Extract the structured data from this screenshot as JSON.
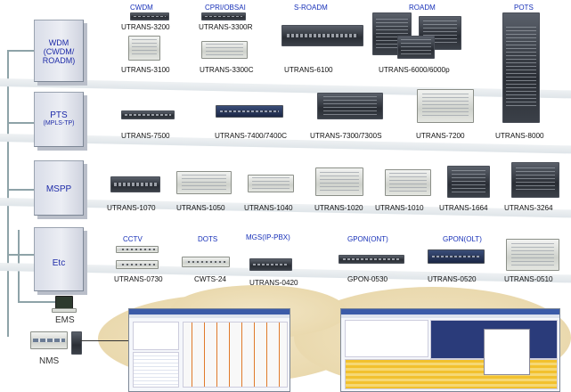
{
  "categories": [
    {
      "id": "wdm",
      "lines": [
        "WDM",
        "(CWDM/",
        "ROADM)"
      ]
    },
    {
      "id": "pts",
      "lines": [
        "PTS",
        "(MPLS-TP)"
      ]
    },
    {
      "id": "mspp",
      "lines": [
        "MSPP"
      ]
    },
    {
      "id": "etc",
      "lines": [
        "Etc"
      ]
    }
  ],
  "sections": {
    "cwdm": "CWDM",
    "cpri": "CPRI/OBSAI",
    "sroadm": "S-ROADM",
    "roadm": "ROADM",
    "pots": "POTS",
    "cctv": "CCTV",
    "dots": "DOTS",
    "mgs": "MGS(IP-PBX)",
    "gpon_ont": "GPON(ONT)",
    "gpon_olt": "GPON(OLT)"
  },
  "devices": {
    "u3200": "UTRANS-3200",
    "u3300r": "UTRANS-3300R",
    "u3100": "UTRANS-3100",
    "u3300c": "UTRANS-3300C",
    "u6100": "UTRANS-6100",
    "u6000": "UTRANS-6000/6000p",
    "u7500": "UTRANS-7500",
    "u7400": "UTRANS-7400/7400C",
    "u7300": "UTRANS-7300/7300S",
    "u7200": "UTRANS-7200",
    "u8000": "UTRANS-8000",
    "u1070": "UTRANS-1070",
    "u1050": "UTRANS-1050",
    "u1040": "UTRANS-1040",
    "u1020": "UTRANS-1020",
    "u1010": "UTRANS-1010",
    "u1664": "UTRANS-1664",
    "u3264": "UTRANS-3264",
    "u0730": "UTRANS-0730",
    "cwts24": "CWTS-24",
    "u0420": "UTRANS-0420",
    "u0530": "GPON-0530",
    "u0520": "UTRANS-0520",
    "u0510": "UTRANS-0510"
  },
  "management": {
    "ems": "EMS",
    "nms": "NMS"
  },
  "colors": {
    "category_text": "#1d2aa8",
    "section_text": "#1730b8",
    "band": "#e4e9ec",
    "cloud": "#ecdcb3"
  }
}
